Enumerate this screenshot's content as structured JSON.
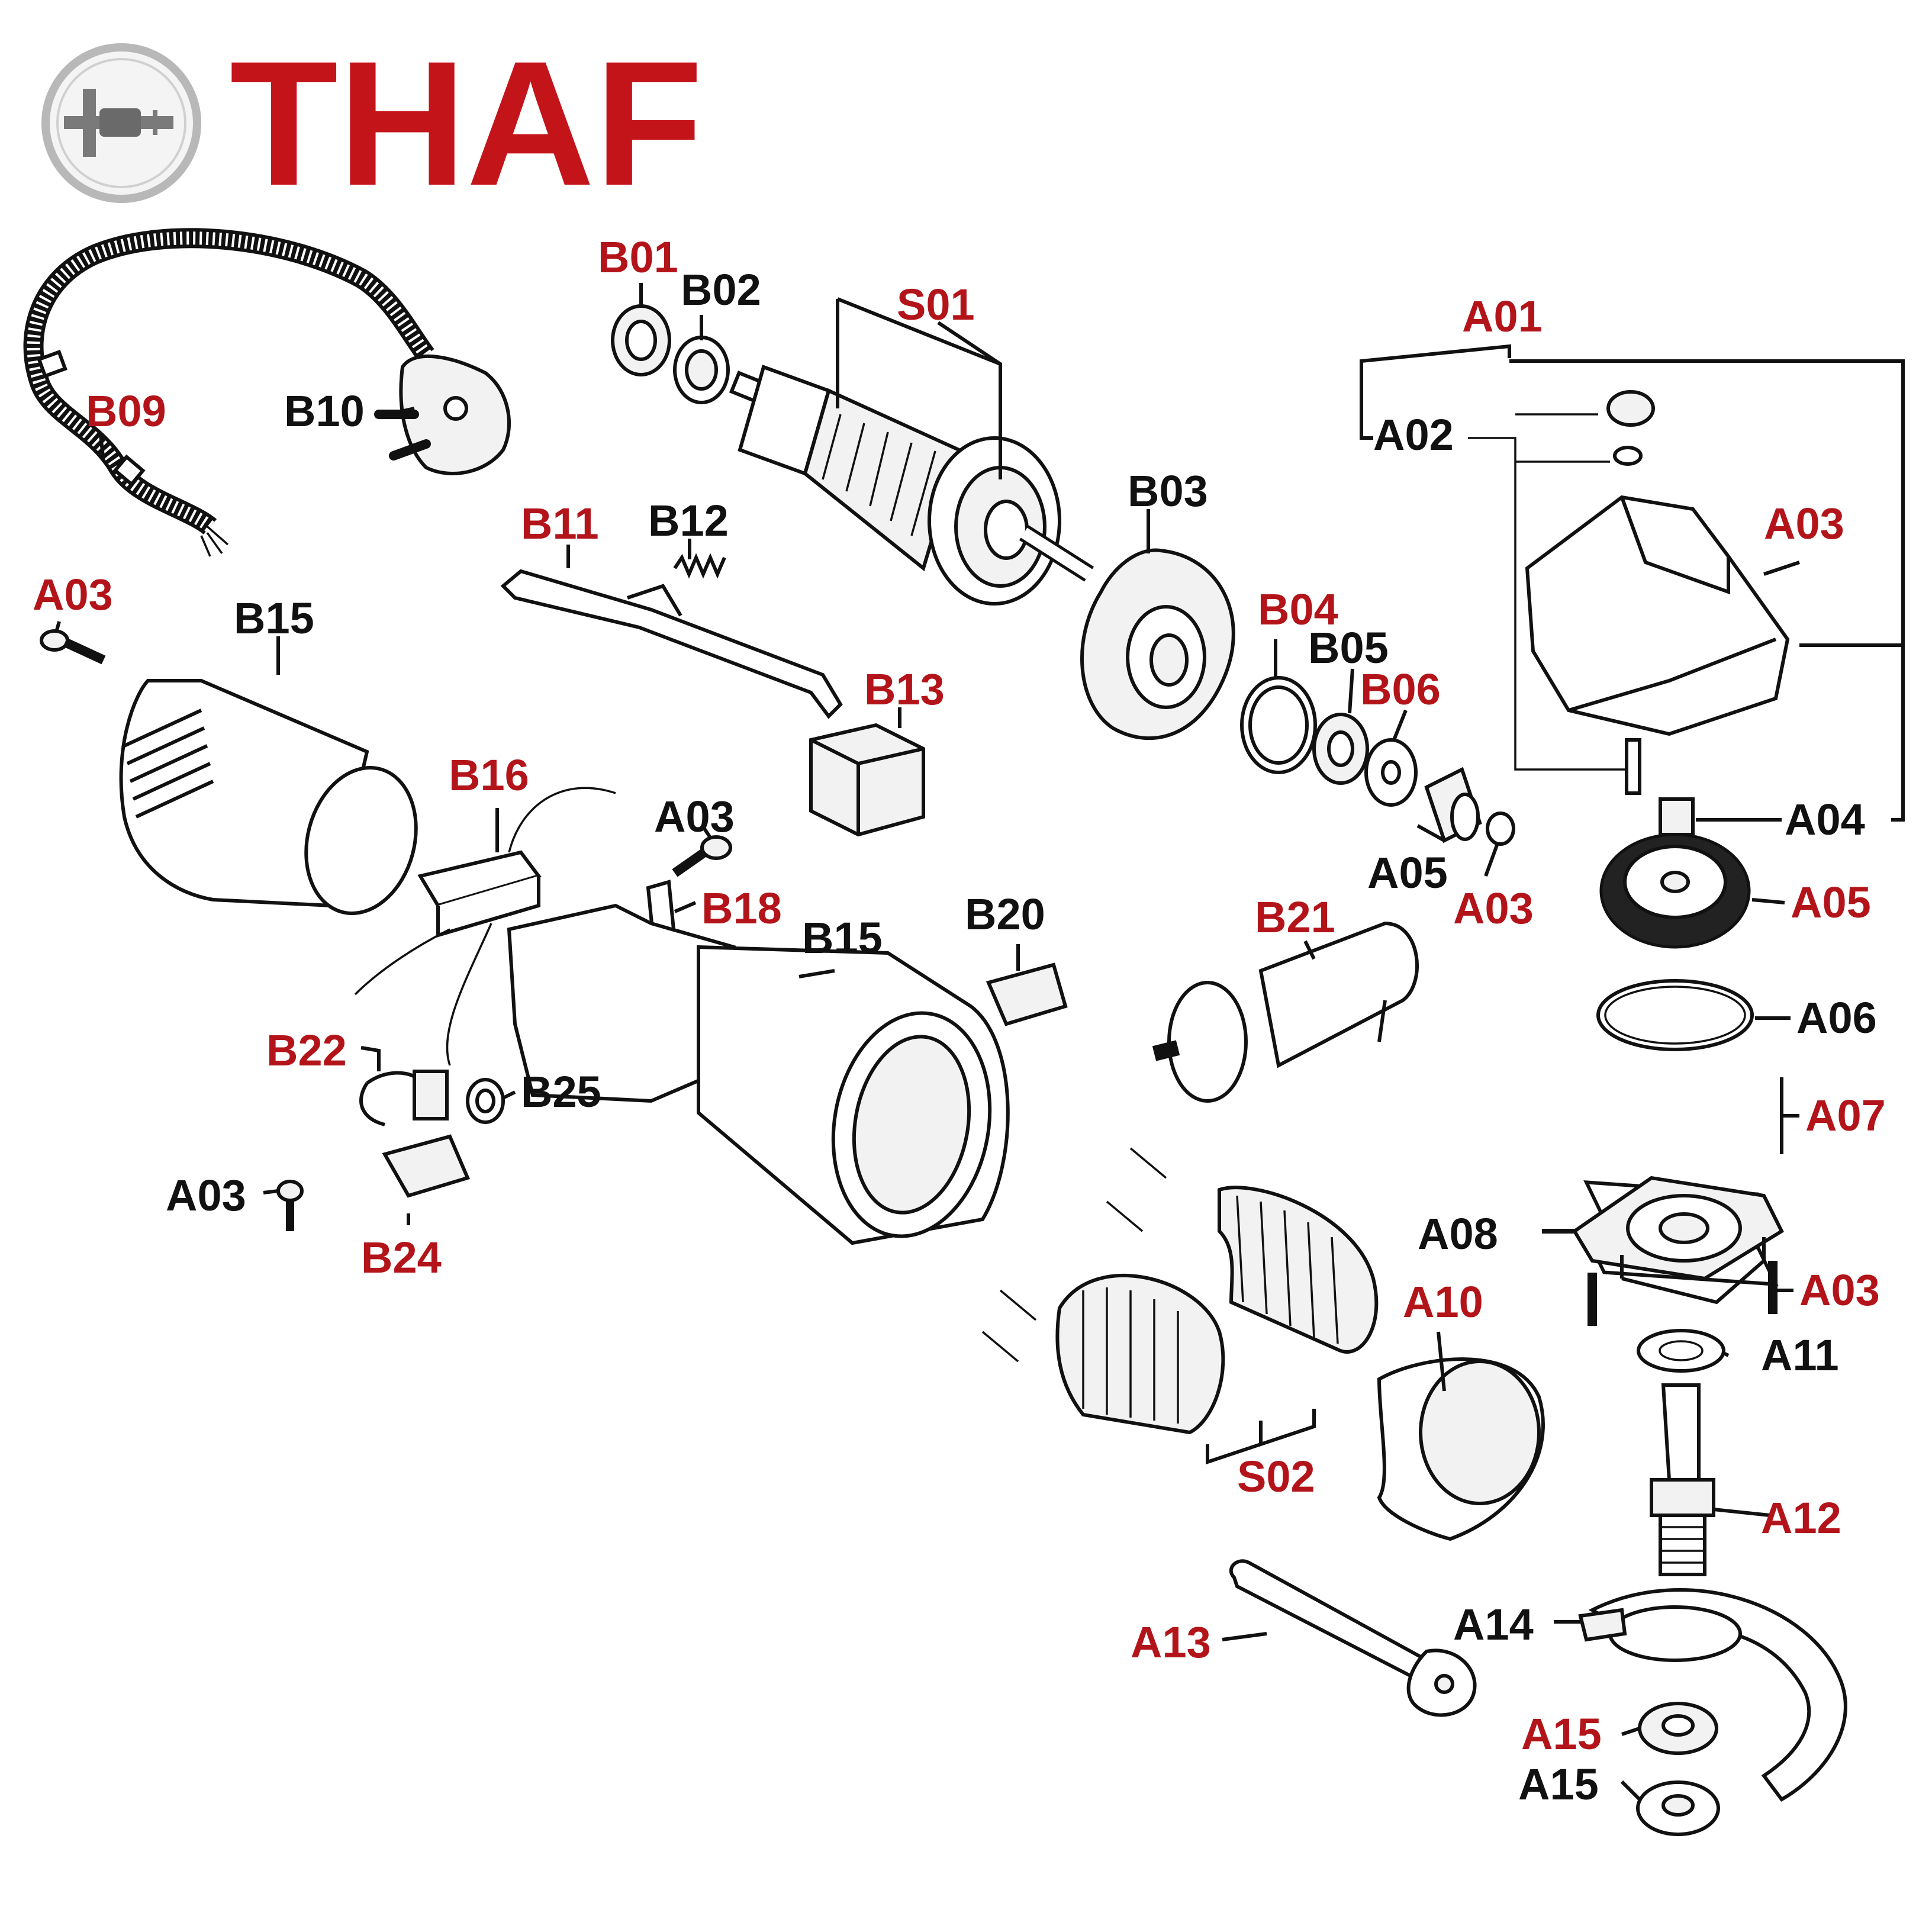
{
  "brand": {
    "name": "THAF",
    "color": "#c3141a",
    "logo_icon": "tool-plug-icon"
  },
  "colors": {
    "label_red": "#b3141a",
    "label_black": "#111111",
    "line": "#111111"
  },
  "labels": {
    "B01": "B01",
    "B02": "B02",
    "S01": "S01",
    "A01": "A01",
    "B09": "B09",
    "B10": "B10",
    "A02": "A02",
    "B03": "B03",
    "A03_top_right": "A03",
    "B11": "B11",
    "B12": "B12",
    "A03_left": "A03",
    "B15_left": "B15",
    "B04": "B04",
    "B05": "B05",
    "B06": "B06",
    "B13": "B13",
    "B16": "B16",
    "A03_mid": "A03",
    "A04": "A04",
    "A05_small": "A05",
    "A03_nut": "A03",
    "A05_gear": "A05",
    "B18": "B18",
    "B15_mid": "B15",
    "B20": "B20",
    "B21": "B21",
    "A06": "A06",
    "B22": "B22",
    "B25": "B25",
    "A07": "A07",
    "A03_bottom_left": "A03",
    "A08": "A08",
    "B24": "B24",
    "A10": "A10",
    "A03_right": "A03",
    "A11": "A11",
    "S02": "S02",
    "A12": "A12",
    "A14": "A14",
    "A13": "A13",
    "A15_red": "A15",
    "A15_black": "A15"
  }
}
